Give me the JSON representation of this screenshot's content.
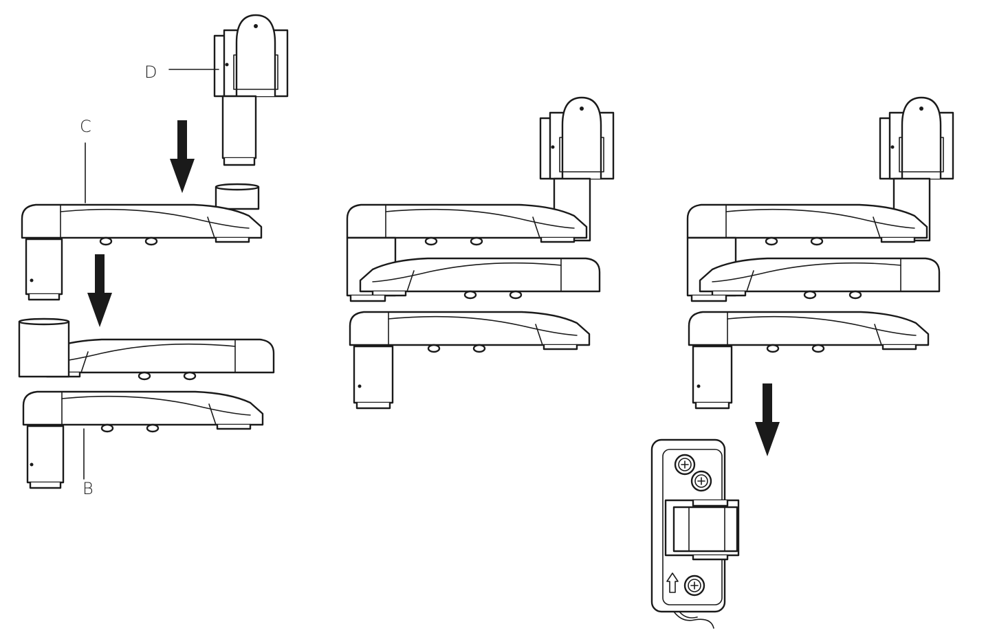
{
  "diagram": {
    "labels": {
      "D": "D",
      "C": "C",
      "B": "B"
    },
    "icons": [
      "down-arrow-icon",
      "up-arrow-icon",
      "screw-icon"
    ],
    "colors": {
      "line": "#1a1a1a",
      "background": "#ffffff"
    }
  }
}
